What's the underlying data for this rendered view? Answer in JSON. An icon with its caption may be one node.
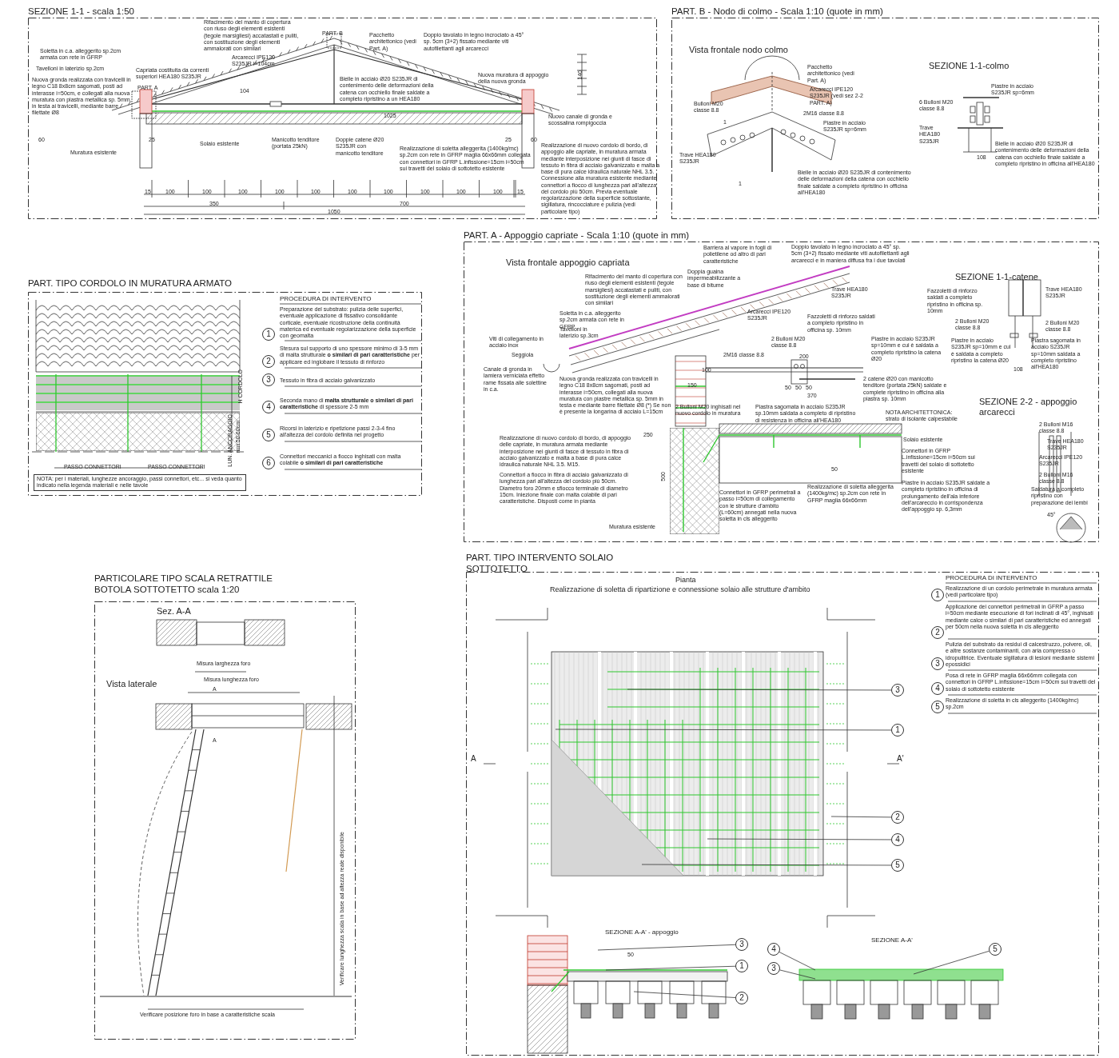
{
  "diagram": {
    "nodes": [
      {
        "text": [
          "SEZIONE 1-1 - scala 1:50"
        ]
      },
      {
        "text": [
          "PART. B - Nodo di colmo - Scala 1:10 (quote in mm)"
        ]
      },
      {
        "text": [
          "PART. TIPO CORDOLO IN MURATURA ARMATO"
        ]
      },
      {
        "text": [
          "1"
        ],
        "in": 2,
        "beside": [
          "Preparazione del substrato: pulizia delle superfici, eventuale applicazione di fissativo consolidante corticale, eventuale ricostruzione della continuità materica ed eventuale regolarizzazione della superficie con geomalta"
        ]
      },
      {
        "text": [
          "2"
        ],
        "in": 2,
        "beside": [
          "Stesura sul supporto di uno spessore minimo di 3-5 mm di malta strutturale **o similari di pari caratteristiche** per applicare ed inglobare il tessuto di rinforzo"
        ]
      },
      {
        "text": [
          "3"
        ],
        "in": 2,
        "beside": [
          "Tessuto in fibra di acciaio galvanizzato"
        ]
      },
      {
        "text": [
          "4"
        ],
        "in": 2,
        "beside": [
          "Seconda mano di **malta strutturale o similari di pari caratteristiche** di spessore 2-5 mm"
        ]
      },
      {
        "text": [
          "5"
        ],
        "in": 2,
        "beside": [
          "Ricorsi in laterizio e ripetizione passi 2-3-4 fino all'altezza del cordolo definita nel progetto"
        ]
      },
      {
        "text": [
          "6"
        ],
        "in": 2,
        "beside": [
          "Connettori meccanici a fiocco inghisati con malta colabile **o similari di pari caratteristiche**"
        ]
      },
      {
        "text": [
          "NOTA: per i materiali, lunghezze ancoraggio, passi connettori, etc... si veda quanto indicato nella legenda materiali e nelle tavole"
        ],
        "in": 2
      },
      {
        "text": [
          "PART. A - Appoggio capriate - Scala 1:10 (quote in mm)"
        ]
      },
      {
        "text": [
          "PARTICOLARE TIPO SCALA RETRATTILE BOTOLA SOTTOTETTO scala 1:20"
        ]
      },
      {
        "text": [
          "PART. TIPO INTERVENTO SOLAIO SOTTOTETTO"
        ]
      },
      {
        "text": [
          "1"
        ],
        "in": 12,
        "beside": [
          "Realizzazione di un cordolo perimetrale in muratura armata (vedi particolare tipo)"
        ]
      },
      {
        "text": [
          "2"
        ],
        "in": 12,
        "beside": [
          "Applicazione dei connettori perimetrali in GFRP a passo i=50cm mediante esecuzione di fori inclinati di 45°, inghisati mediante calce o similari di pari caratteristiche ed annegati per 50cm nella nuova soletta in cls alleggerito"
        ]
      },
      {
        "text": [
          "3"
        ],
        "in": 12,
        "beside": [
          "Pulizia del substrato da residui di calcestruzzo, polvere, oli, e altre sostanze contaminanti, con aria compressa o idropulitrice. Eventuale sigillatura di lesioni mediante sistemi epossidici"
        ]
      },
      {
        "text": [
          "4"
        ],
        "in": 12,
        "beside": [
          "Posa di rete in GFRP maglia 66x66mm collegata con connettori in GFRP L.infissione=15cm i=50cm sui travetti del solaio di sottotetto esistente"
        ]
      },
      {
        "text": [
          "5"
        ],
        "in": 12,
        "beside": [
          "Realizzazione di soletta in cls alleggerito (1400kg/mc) sp.2cm"
        ]
      },
      {
        "text": [
          "3"
        ],
        "in": 12
      },
      {
        "text": [
          "1"
        ],
        "in": 12
      },
      {
        "text": [
          "2"
        ],
        "in": 12
      },
      {
        "text": [
          "4"
        ],
        "in": 12
      },
      {
        "text": [
          "5"
        ],
        "in": 12
      },
      {
        "text": [
          "3"
        ],
        "in": 12
      },
      {
        "text": [
          "1"
        ],
        "in": 12
      },
      {
        "text": [
          "2"
        ],
        "in": 12
      },
      {
        "text": [
          "4"
        ],
        "in": 12
      },
      {
        "text": [
          "3"
        ],
        "in": 12
      },
      {
        "text": [
          "5"
        ],
        "in": 12
      }
    ],
    "edges": [
      {
        "from": 18,
        "to": null,
        "arrow": "none"
      },
      {
        "from": 19,
        "to": null,
        "arrow": "none"
      },
      {
        "from": 20,
        "to": null,
        "arrow": "none"
      },
      {
        "from": 21,
        "to": null,
        "arrow": "none"
      },
      {
        "from": 22,
        "to": null,
        "arrow": "none"
      },
      {
        "from": 23,
        "to": null,
        "arrow": "none"
      },
      {
        "from": 24,
        "to": null,
        "arrow": "none"
      },
      {
        "from": 25,
        "to": null,
        "arrow": "none"
      },
      {
        "from": 26,
        "to": null,
        "arrow": "none"
      },
      {
        "from": 27,
        "to": null,
        "arrow": "none"
      },
      {
        "from": 28,
        "to": null,
        "arrow": "none"
      }
    ],
    "labels": [
      "Rifacimento del manto di copertura con riuso degli elementi esistenti (tegole marsigliesi) accatastati e puliti, con sostituzione degli elementi ammalorati con similari",
      "PART. B",
      "Pacchetto architettonico (vedi Part. A)",
      "Doppio tavolato in legno incrociato a 45° sp. 5cm (3+2) fissato mediante viti autofilettanti agli arcarecci",
      "Soletta in c.a. alleggerito sp.2cm armata con rete in GFRP",
      "Arcarecci IPE120 S235JR i=104cm",
      "Capriata costituita da correnti superiori HEA180 S235JR",
      "Tavelloni in laterizio sp.2cm",
      "PART. A",
      "104",
      "Bielle in acciaio Ø20 S235JR di contenimento delle deformazioni della catena con occhiello finale saldate a completo ripristino a un HEA180",
      "Nuova muratura di appoggio della nuova gronda",
      "Nuova gronda realizzata con travicelli in legno C18 8x8cm sagomati, posti ad interasse i=50cm, e collegati alla nuova muratura con piastra metallica sp. 5mm in testa ai travicelli, mediante barre filettate Ø8",
      "1025",
      "Nuovo canale di gronda e scossalina rompigoccia",
      "60",
      "25",
      "25",
      "60",
      "Solaio esistente",
      "Manicotto tenditore (portata 25kN)",
      "Doppie catene Ø20 S235JR con manicotto tenditore",
      "Realizzazione di soletta alleggerita (1400kg/mc) sp.2cm con rete in GFRP maglia 66x66mm collegata con connettori in GFRP L.infissione=15cm i=50cm sui travetti del solaio di sottotetto esistente",
      "Realizzazione di nuovo cordolo di bordo, di appoggio alle capriate, in muratura armata mediante interposizione nei giunti di fasce di tessuto in fibra di acciaio galvanizzato e malta a base di pura calce idraulica naturale NHL 3.5. Connessione alla muratura esistente mediante connettori a fiocco di lunghezza pari all'altezza del cordolo più 50cm. Previa eventuale regolarizzazione della superficie sottostante, sigillatura, rincocciature e pulizia (vedi particolare tipo)",
      "Muratura esistente",
      "140",
      "15",
      "100",
      "100",
      "100",
      "100",
      "100",
      "100",
      "100",
      "100",
      "100",
      "100",
      "15",
      "350",
      "700",
      "1050",
      "Vista frontale nodo colmo",
      "SEZIONE 1-1-colmo",
      "Pacchetto architettonico (vedi Part. A)",
      "Arcarecci IPE120 S235JR (vedi sez 2-2 PART. A)",
      "Bulloni M20 classe 8.8",
      "2M16 classe 8.8",
      "Piastre in acciaio S235JR sp=6mm",
      "1",
      "Trave HEA180 S235JR",
      "1",
      "Bielle in acciaio Ø20 S235JR di contenimento delle deformazioni della catena con occhiello finale saldate a completo ripristino in officina all'HEA180",
      "Piastre in acciaio S235JR sp=6mm",
      "6 Bulloni M20 classe 8.8",
      "Trave HEA180 S235JR",
      "108",
      "Bielle in acciaio Ø20 S235JR di contenimento delle deformazioni della catena con occhiello finale saldate a completo ripristino in officina all'HEA180",
      "PROCEDURA DI INTERVENTO",
      "H CORDOLO",
      "LUN. ANCORAGGIO",
      "min 50-60cm",
      "PASSO CONNETTORI",
      "PASSO CONNETTORI",
      "Vista frontale appoggio capriata",
      "SEZIONE 1-1-catene",
      "Barriera al vapore in fogli di polietilene od altro di pari caratteristiche",
      "Doppio tavolato in legno incrociato a 45° sp. 5cm (3+2) fissato mediante viti autofilettanti agli arcarecci e in maniera diffusa fra i due tavolati",
      "Doppia guaina impermeabilizzante a base di bitume",
      "Rifacimento del manto di copertura con riuso degli elementi esistenti (tegole marsigliesi) accatastati e puliti, con sostituzione degli elementi ammalorati con similari",
      "Trave HEA180 S235JR",
      "Fazzoletti di rinforzo saldati a completo ripristino in officina sp. 10mm",
      "Trave HEA180 S235JR",
      "Soletta in c.a. alleggerito sp.2cm armata con rete in GFRP",
      "Arcarecci IPE120 S235JR",
      "Fazzoletti di rinforzo saldati a completo ripristino in officina sp. 10mm",
      "Tavelloni in laterizio sp.3cm",
      "2 Bulloni M20 classe 8.8",
      "2 Bulloni M20 classe 8.8",
      "Viti di collegamento in acciaio inox",
      "2 Bulloni M20 classe 8.8",
      "Seggiola",
      "2M16 classe 8.8",
      "200",
      "Piastre in acciaio S235JR sp=10mm e cui è saldata a completo ripristino la catena Ø20",
      "Piastre in acciaio S235JR sp=10mm e cui è saldata a completo ripristino la catena Ø20",
      "Piastra sagomata in acciaio S235JR sp=10mm saldata a completo ripristino all'HEA180",
      "100",
      "108",
      "150",
      "Canale di gronda in lamiera verniciata effetto rame fissata alle solettine in c.a.",
      "Nuova gronda realizzata con travicelli in legno C18 8x8cm sagomati, posti ad interasse i=50cm, collegati alla nuova muratura con piastre metallica sp. 5mm in testa e mediante barre filettate Ø8 (*) Se non è presente la longarina di acciaio L=15cm",
      "50",
      "50",
      "50",
      "370",
      "2 catene Ø20 con manicotto tenditore (portata 25kN) saldate e complete ripristino in officina alla piastra sp. 10mm",
      "Piastra sagomata in acciaio S235JR sp.10mm saldata a completo di ripristino di resistenza in officina all'HEA180",
      "SEZIONE 2-2 - appoggio arcarecci",
      "2 Bulloni M20 inghisati nel nuovo cordolo in muratura",
      "NOTA ARCHITETTONICA: strato di isolante calpestabile",
      "2 Bulloni M16 classe 8.8",
      "250",
      "Realizzazione di nuovo cordolo di bordo, di appoggio delle capriate, in muratura armata mediante interposizione nei giunti di fasce di tessuto in fibra di acciaio galvanizzato e malta a base di pura calce idraulica naturale NHL 3.5. M15.",
      "Solaio esistente",
      "Trave HEA180 S235JR",
      "Connettori in GFRP L.infissione=15cm i=50cm sui travetti del solaio di sottotetto esistente",
      "Arcarecci IPE120 S235JR",
      "50",
      "Connettori a fiocco in fibra di acciaio galvanizzato di lunghezza pari all'altezza del cordolo più 50cm. Diametro foro 20mm e sfiocco terminale di diametro 15cm. Iniezione finale con malta colabile di pari caratteristiche. Disposti come in pianta",
      "2 Bulloni M16 classe 8.8",
      "Connettori in GFRP perimetrali a passo i=50cm di collegamento con le strutture d'ambito (L=60cm) annegati nella nuova soletta in cls alleggerito",
      "Realizzazione di soletta alleggerita (1400kg/mc) sp.2cm con rete in GFRP maglia 66x66mm",
      "Piastre in acciaio S235JR saldate a completo ripristino in officina di prolungamento dell'ala inferiore dell'arcareccio in corrispondenza dell'appoggio sp. 6,3mm",
      "Saldatura a completo ripristino con preparazione dei lembi",
      "45°",
      "Muratura esistente",
      "500",
      "Sez. A-A",
      "Misura larghezza foro",
      "Vista laterale",
      "Misura lunghezza foro",
      "A",
      "A",
      "Verificare lunghezza scala in base ad altezza reale disponibile",
      "Verificare posizione foro in base a caratteristiche scala",
      "PROCEDURA DI INTERVENTO",
      "Pianta",
      "Realizzazione di soletta di ripartizione e connessione solaio alle strutture d'ambito",
      "A",
      "A'",
      "SEZIONE A-A' - appoggio",
      "SEZIONE A-A'",
      "50"
    ]
  }
}
